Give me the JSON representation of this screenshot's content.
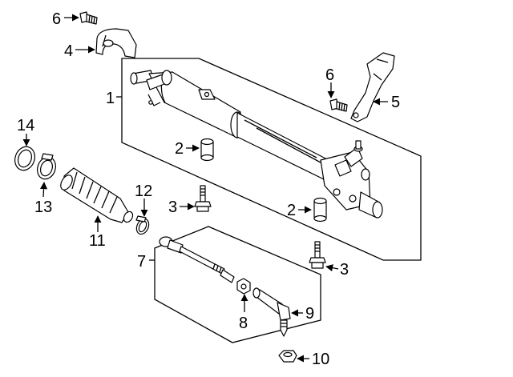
{
  "callouts": [
    {
      "id": "c6a",
      "text": "6"
    },
    {
      "id": "c4",
      "text": "4"
    },
    {
      "id": "c1",
      "text": "1"
    },
    {
      "id": "c6b",
      "text": "6"
    },
    {
      "id": "c5",
      "text": "5"
    },
    {
      "id": "c14",
      "text": "14"
    },
    {
      "id": "c2a",
      "text": "2"
    },
    {
      "id": "c13",
      "text": "13"
    },
    {
      "id": "c12",
      "text": "12"
    },
    {
      "id": "c3a",
      "text": "3"
    },
    {
      "id": "c2b",
      "text": "2"
    },
    {
      "id": "c11",
      "text": "11"
    },
    {
      "id": "c7",
      "text": "7"
    },
    {
      "id": "c3b",
      "text": "3"
    },
    {
      "id": "c9",
      "text": "9"
    },
    {
      "id": "c8",
      "text": "8"
    },
    {
      "id": "c10",
      "text": "10"
    }
  ],
  "colors": {
    "line": "#000000",
    "fill": "#ffffff",
    "shade": "#d9d9d9"
  },
  "icons": [
    "steering-rack-assembly",
    "bracket",
    "bolt",
    "bushing",
    "boot",
    "clamp",
    "inner-tie-rod",
    "tie-rod-end",
    "nut"
  ]
}
